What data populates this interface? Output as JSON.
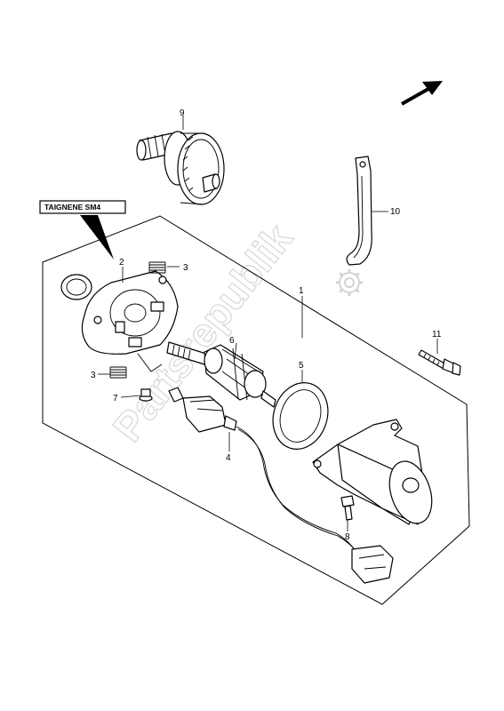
{
  "watermark": {
    "text": "Partsrepublik"
  },
  "model_tag": {
    "label": "TAIGNENE SM4"
  },
  "callouts": [
    {
      "id": "1",
      "label": "1"
    },
    {
      "id": "2",
      "label": "2"
    },
    {
      "id": "3a",
      "label": "3"
    },
    {
      "id": "3b",
      "label": "3"
    },
    {
      "id": "4",
      "label": "4"
    },
    {
      "id": "5",
      "label": "5"
    },
    {
      "id": "6",
      "label": "6"
    },
    {
      "id": "7",
      "label": "7"
    },
    {
      "id": "8",
      "label": "8"
    },
    {
      "id": "9",
      "label": "9"
    },
    {
      "id": "10",
      "label": "10"
    },
    {
      "id": "11",
      "label": "11"
    }
  ]
}
